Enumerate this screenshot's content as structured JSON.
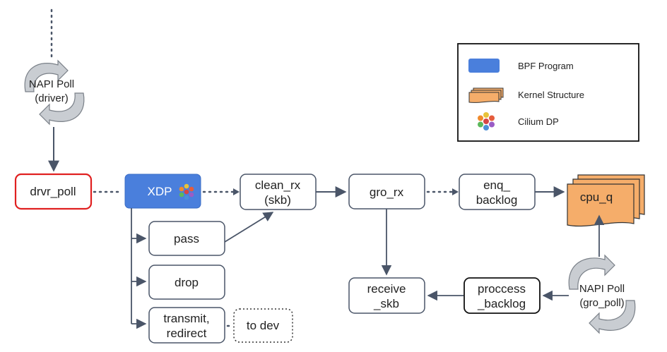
{
  "nodes": {
    "drvr_poll": "drvr_poll",
    "xdp": "XDP",
    "clean_rx_l1": "clean_rx",
    "clean_rx_l2": "(skb)",
    "gro_rx": "gro_rx",
    "enq_backlog_l1": "enq_",
    "enq_backlog_l2": "backlog",
    "cpu_q": "cpu_q",
    "pass": "pass",
    "drop": "drop",
    "transmit_l1": "transmit,",
    "transmit_l2": "redirect",
    "to_dev": "to dev",
    "receive_skb_l1": "receive",
    "receive_skb_l2": "_skb",
    "process_backlog_l1": "proccess",
    "process_backlog_l2": "_backlog"
  },
  "loops": {
    "napi_driver_l1": "NAPI Poll",
    "napi_driver_l2": "(driver)",
    "napi_gro_l1": "NAPI Poll",
    "napi_gro_l2": "(gro_poll)"
  },
  "legend": {
    "bpf_program": "BPF Program",
    "kernel_structure": "Kernel Structure",
    "cilium_dp": "Cilium DP"
  },
  "colors": {
    "bpf_blue": "#4a7fdc",
    "kernel_orange": "#f5ad6a",
    "drvr_border": "#e02020",
    "line": "#4a5568",
    "loop_gray": "#c9cdd2"
  },
  "icons": {
    "cilium": "cilium-hexagon-icon"
  }
}
